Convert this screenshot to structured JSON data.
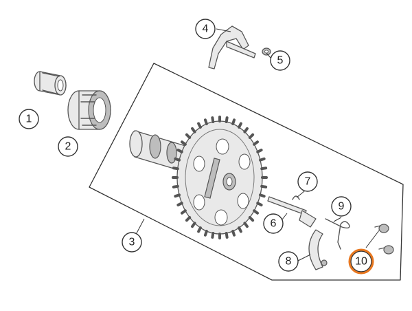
{
  "diagram": {
    "callouts": [
      {
        "id": "1",
        "label": "1"
      },
      {
        "id": "2",
        "label": "2"
      },
      {
        "id": "3",
        "label": "3"
      },
      {
        "id": "4",
        "label": "4"
      },
      {
        "id": "5",
        "label": "5"
      },
      {
        "id": "6",
        "label": "6"
      },
      {
        "id": "7",
        "label": "7"
      },
      {
        "id": "8",
        "label": "8"
      },
      {
        "id": "9",
        "label": "9"
      },
      {
        "id": "10",
        "label": "10",
        "highlighted": true
      }
    ],
    "highlight_color": "#e8771f",
    "line_color": "#333333"
  }
}
